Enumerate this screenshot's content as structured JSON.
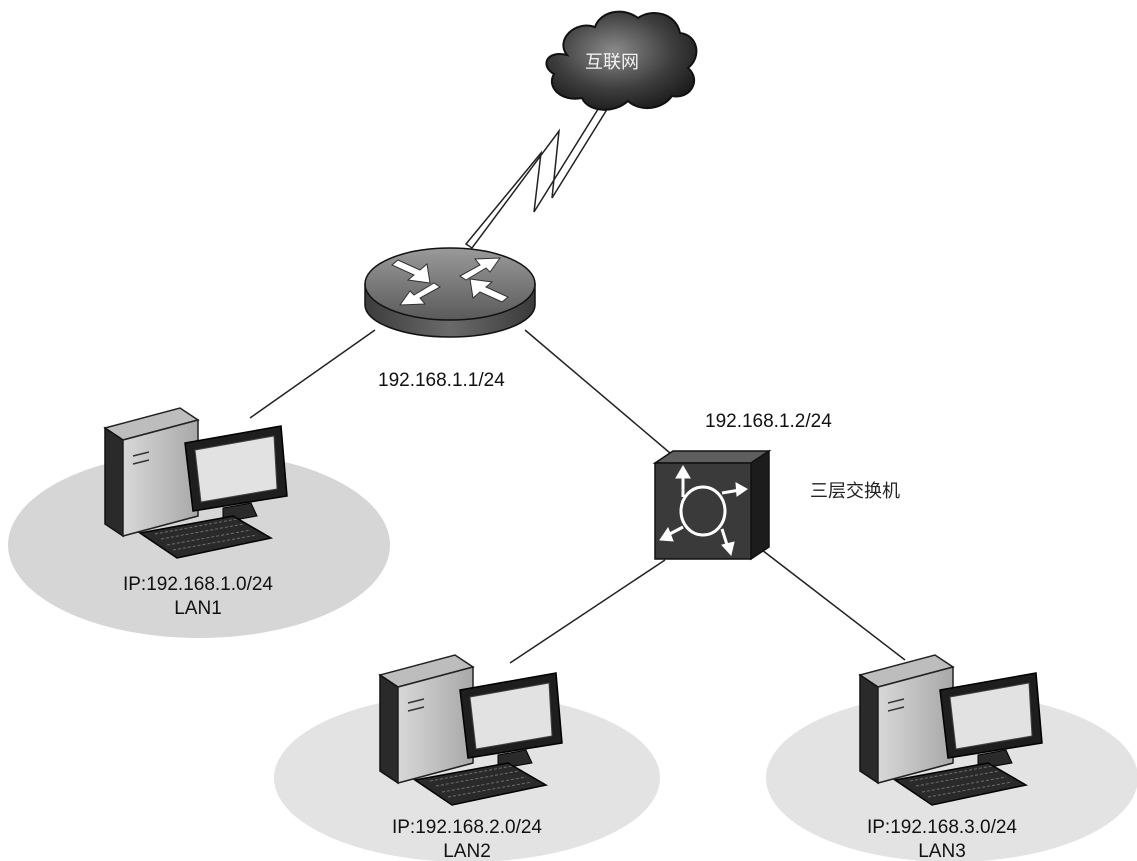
{
  "cloud": {
    "label": "互联网"
  },
  "router": {
    "ip": "192.168.1.1/24"
  },
  "switch": {
    "ip": "192.168.1.2/24",
    "name": "三层交换机"
  },
  "lan1": {
    "ip": "IP:192.168.1.0/24",
    "name": "LAN1"
  },
  "lan2": {
    "ip": "IP:192.168.2.0/24",
    "name": "LAN2"
  },
  "lan3": {
    "ip": "IP:192.168.3.0/24",
    "name": "LAN3"
  }
}
